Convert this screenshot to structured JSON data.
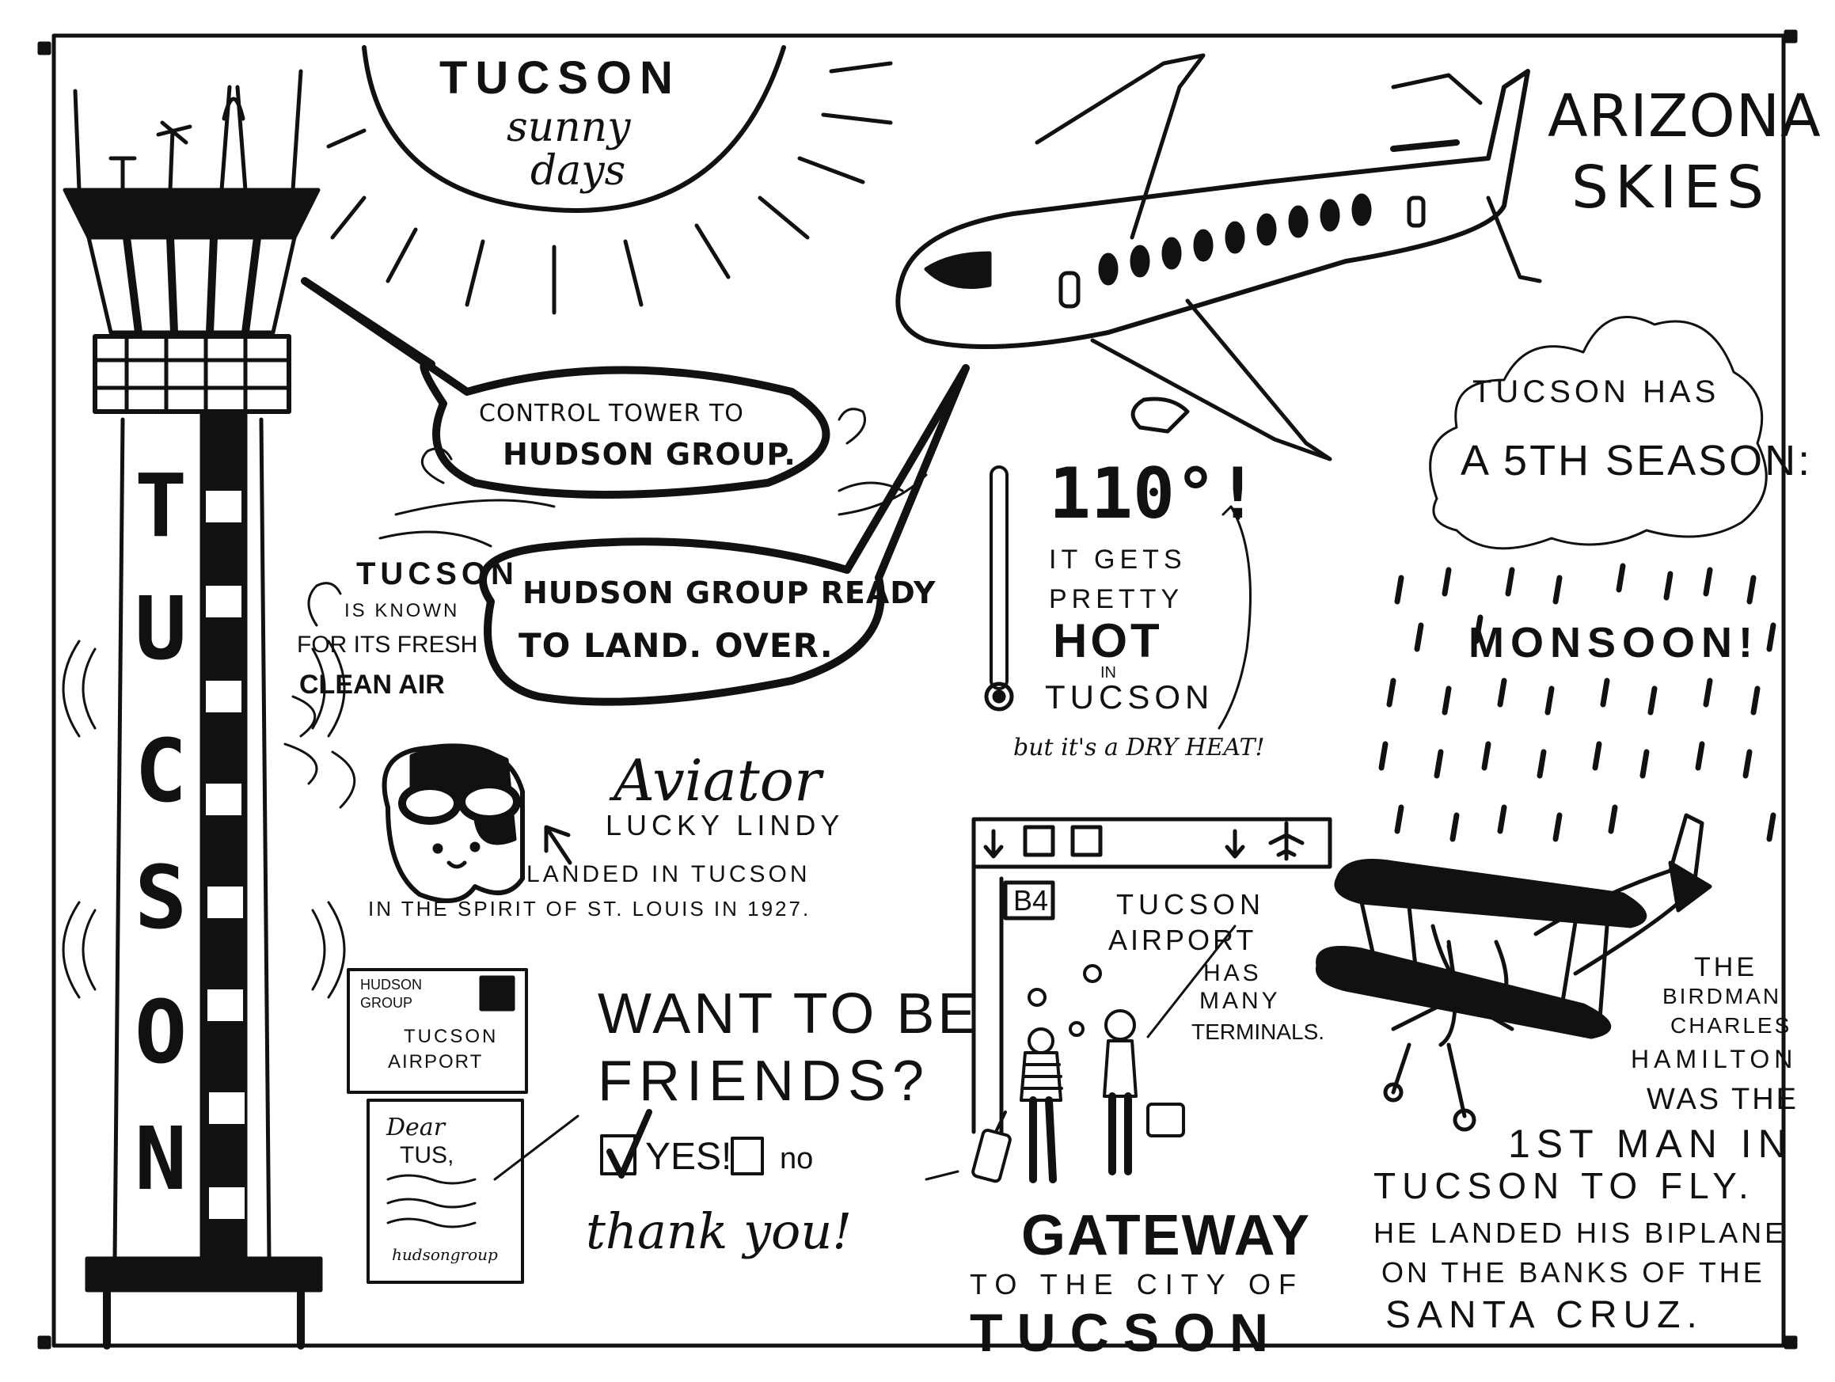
{
  "sun": {
    "title": "TUCSON",
    "subtitle_line1": "sunny",
    "subtitle_line2": "days"
  },
  "arizona": {
    "line1": "ARIZONA",
    "line2": "SKIES"
  },
  "tower": {
    "letters": [
      "T",
      "U",
      "C",
      "S",
      "O",
      "N"
    ]
  },
  "bubble_tower": {
    "line1": "CONTROL TOWER TO",
    "line2": "HUDSON GROUP."
  },
  "bubble_hudson": {
    "line1": "HUDSON GROUP READY",
    "line2": "TO LAND. OVER."
  },
  "fresh_air": {
    "line1": "TUCSON",
    "line2": "IS KNOWN",
    "line3": "FOR ITS FRESH",
    "line4": "CLEAN AIR"
  },
  "heat": {
    "temp": "110°!",
    "line1": "IT GETS",
    "line2": "PRETTY",
    "line3": "HOT",
    "line4": "IN",
    "line5": "TUCSON",
    "footnote": "but it's a DRY HEAT!"
  },
  "monsoon": {
    "line1": "TUCSON HAS",
    "line2": "A 5TH SEASON:",
    "word": "MONSOON!"
  },
  "aviator": {
    "title": "Aviator",
    "line1": "LUCKY LINDY",
    "line2": "LANDED IN TUCSON",
    "line3": "IN THE SPIRIT OF ST. LOUIS IN 1927."
  },
  "postcard": {
    "from_line1": "HUDSON",
    "from_line2": "GROUP",
    "to_line1": "TUCSON",
    "to_line2": "AIRPORT",
    "letter_line1": "Dear",
    "letter_line2": "TUS,",
    "signature": "hudsongroup"
  },
  "friends": {
    "line1": "WANT TO BE",
    "line2": "FRIENDS?",
    "yes": "YES!",
    "no": "no",
    "thanks": "thank you!"
  },
  "gate": {
    "code": "B4",
    "line1": "TUCSON",
    "line2": "AIRPORT",
    "line3": "HAS",
    "line4": "MANY",
    "line5": "TERMINALS."
  },
  "gateway": {
    "line1": "GATEWAY",
    "line2": "TO THE CITY OF",
    "line3": "TUCSON"
  },
  "birdman": {
    "line1": "THE",
    "line2": "BIRDMAN",
    "line3": "CHARLES",
    "line4": "HAMILTON",
    "line5": "WAS THE",
    "line6": "1ST MAN IN",
    "line7": "TUCSON TO FLY.",
    "line8": "HE LANDED HIS BIPLANE",
    "line9": "ON THE BANKS OF THE",
    "line10": "SANTA CRUZ."
  }
}
